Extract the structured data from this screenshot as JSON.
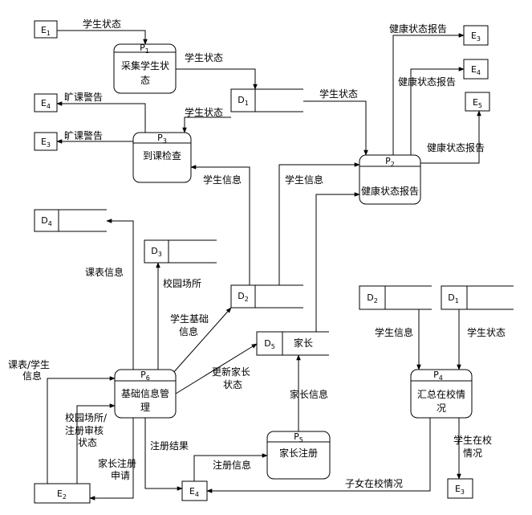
{
  "externals": {
    "e1_top": {
      "letter": "E",
      "sub": "1"
    },
    "e3_top": {
      "letter": "E",
      "sub": "3"
    },
    "e4_top": {
      "letter": "E",
      "sub": "4"
    },
    "e5_top": {
      "letter": "E",
      "sub": "5"
    },
    "e4_left": {
      "letter": "E",
      "sub": "4"
    },
    "e3_left": {
      "letter": "E",
      "sub": "3"
    },
    "e2_bottom": {
      "letter": "E",
      "sub": "2"
    },
    "e4_bottom": {
      "letter": "E",
      "sub": "4"
    },
    "e3_bottom": {
      "letter": "E",
      "sub": "3"
    }
  },
  "processes": {
    "p1": {
      "letter": "P",
      "sub": "1",
      "name_line1": "采集学生状",
      "name_line2": "态"
    },
    "p3": {
      "letter": "P",
      "sub": "3",
      "name_line1": "到课检查",
      "name_line2": ""
    },
    "p2": {
      "letter": "P",
      "sub": "2",
      "name_line1": "健康状态报告",
      "name_line2": ""
    },
    "p4": {
      "letter": "P",
      "sub": "4",
      "name_line1": "汇总在校情",
      "name_line2": "况"
    },
    "p6": {
      "letter": "P",
      "sub": "6",
      "name_line1": "基础信息管",
      "name_line2": "理"
    },
    "p5": {
      "letter": "P",
      "sub": "5",
      "name_line1": "家长注册",
      "name_line2": ""
    }
  },
  "stores": {
    "d1_top": {
      "letter": "D",
      "sub": "1",
      "name": ""
    },
    "d4": {
      "letter": "D",
      "sub": "4",
      "name": ""
    },
    "d3": {
      "letter": "D",
      "sub": "3",
      "name": ""
    },
    "d2_mid": {
      "letter": "D",
      "sub": "2",
      "name": ""
    },
    "d5": {
      "letter": "D",
      "sub": "5",
      "name": "家长"
    },
    "d2_right": {
      "letter": "D",
      "sub": "2",
      "name": ""
    },
    "d1_right": {
      "letter": "D",
      "sub": "1",
      "name": ""
    }
  },
  "flows": {
    "e1_p1": "学生状态",
    "p1_d1": "学生状态",
    "d1_p3": "学生状态",
    "d1_p2": "学生状态",
    "p3_e4": "旷课警告",
    "p3_e3": "旷课警告",
    "p2_e3": "健康状态报告",
    "p2_e4": "健康状态报告",
    "p2_e5": "健康状态报告",
    "d2_p3": "学生信息",
    "d2_p2": "学生信息",
    "p6_d4": "课表信息",
    "p6_d3": "校园场所",
    "p6_d2_l1": "学生基础",
    "p6_d2_l2": "信息",
    "p6_d5_l1": "更新家长",
    "p6_d5_l2": "状态",
    "e2_p6_a_l1": "课表/学生",
    "e2_p6_a_l2": "信息",
    "e2_p6_b_l1": "校园场所/",
    "e2_p6_b_l2": "注册审核",
    "e2_p6_b_l3": "状态",
    "p6_e2_l1": "家长注册",
    "p6_e2_l2": "申请",
    "p6_e4": "注册结果",
    "e4_p5": "注册信息",
    "p5_d5": "家长信息",
    "p4_e4": "子女在校情况",
    "d2_p4": "学生信息",
    "d1_p4": "学生状态",
    "p4_e3_l1": "学生在校",
    "p4_e3_l2": "情况"
  }
}
